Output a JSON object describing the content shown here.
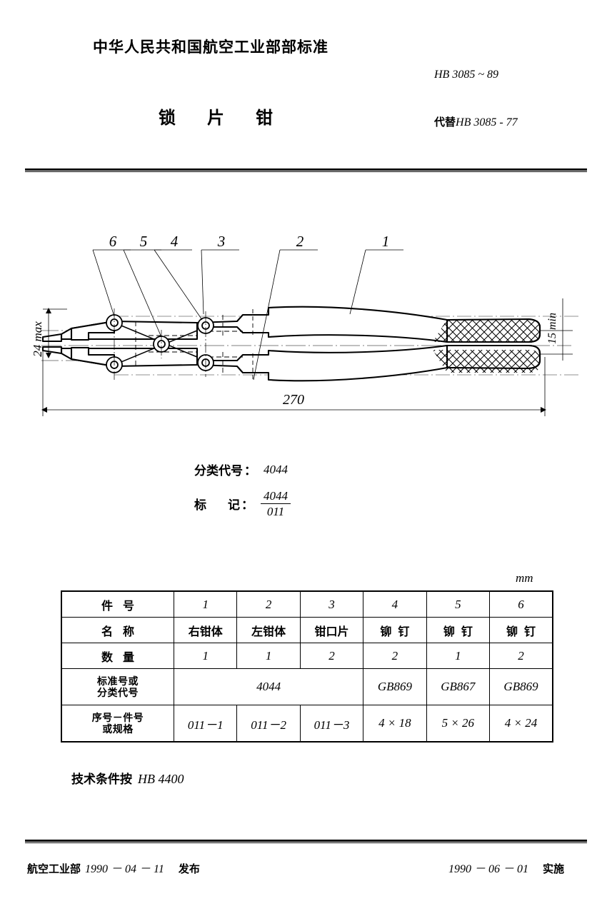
{
  "header": {
    "ministry_title": "中华人民共和国航空工业部部标准",
    "standard_code": "HB 3085 ~ 89",
    "doc_title_part1": "锁",
    "doc_title_part2": "片",
    "doc_title_part3": "钳",
    "replaces_label": "代替",
    "replaces_code": "HB 3085 - 77"
  },
  "drawing": {
    "part_callouts": [
      "6",
      "5",
      "4",
      "3",
      "2",
      "1"
    ],
    "dim_height": "24 max",
    "dim_handle": "15 min",
    "dim_length": "270"
  },
  "classification": {
    "code_label": "分类代号",
    "code_colon": "：",
    "code_value": "4044",
    "mark_label_a": "标",
    "mark_label_b": "记",
    "mark_colon": "：",
    "mark_numerator": "4044",
    "mark_denominator": "011"
  },
  "table": {
    "unit": "mm",
    "row_labels": {
      "part_no": "件号",
      "name": "名称",
      "quantity": "数量",
      "std_code_line1": "标准号或",
      "std_code_line2": "分类代号",
      "serial_line1": "序号－件号",
      "serial_line2": "或规格"
    },
    "part_no": [
      "1",
      "2",
      "3",
      "4",
      "5",
      "6"
    ],
    "names": [
      "右钳体",
      "左钳体",
      "钳口片",
      "铆钉",
      "铆钉",
      "铆钉"
    ],
    "quantity": [
      "1",
      "1",
      "2",
      "2",
      "1",
      "2"
    ],
    "std_codes": {
      "merged_1_3": "4044",
      "col4": "GB869",
      "col5": "GB867",
      "col6": "GB869"
    },
    "serials": [
      "011－1",
      "011－2",
      "011－3",
      "4 × 18",
      "5 × 26",
      "4 × 24"
    ]
  },
  "tech_note": {
    "label": "技术条件按",
    "code": "HB 4400"
  },
  "footer": {
    "issuer": "航空工业部",
    "issue_date": "1990 － 04 － 11",
    "issue_action": "发布",
    "effective_date": "1990 － 06 － 01",
    "effective_action": "实施"
  }
}
